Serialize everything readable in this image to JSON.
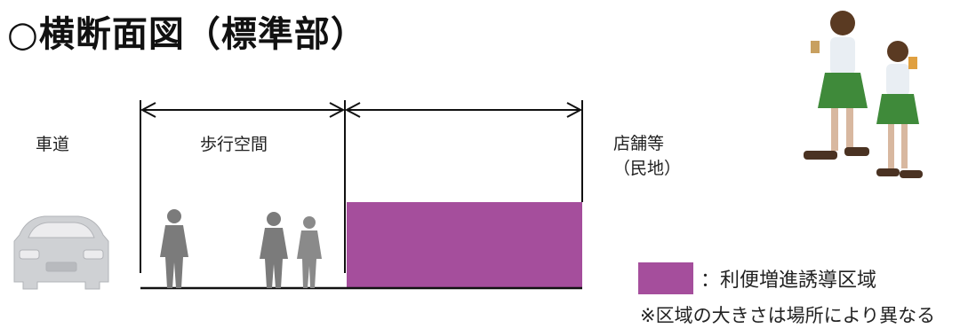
{
  "title": "○横断面図（標準部）",
  "labels": {
    "road": "車道",
    "walkway": "歩行空間",
    "shops_line1": "店舗等",
    "shops_line2": "（民地）"
  },
  "legend": {
    "text": "：利便増進誘導区域",
    "color": "#a54e9c"
  },
  "note": "※区域の大きさは場所により異なる",
  "icons": [
    "car-icon",
    "pedestrian-icon",
    "student-figures-icon"
  ]
}
